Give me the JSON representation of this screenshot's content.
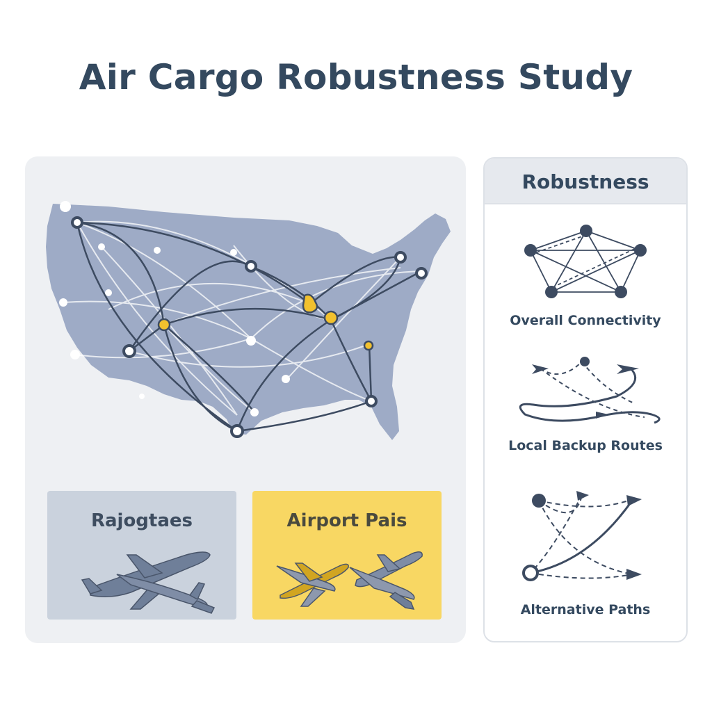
{
  "title": "Air Cargo Robustness Study",
  "colors": {
    "map_fill": "#8f9fbd",
    "route_line": "#3d4b61",
    "highlight": "#f2c12e",
    "card_gray": "#cad2dd",
    "card_yellow": "#f8d763",
    "text_dark": "#34495f"
  },
  "cards": [
    {
      "label": "Rajogtaes",
      "icon": "airplane-icon"
    },
    {
      "label": "Airport Pais",
      "icon": "airplane-pair-icon"
    }
  ],
  "robustness": {
    "header": "Robustness",
    "items": [
      {
        "label": "Overall Connectivity",
        "icon": "network-graph-icon"
      },
      {
        "label": "Local Backup Routes",
        "icon": "backup-route-icon"
      },
      {
        "label": "Alternative Paths",
        "icon": "alternative-path-icon"
      }
    ]
  }
}
